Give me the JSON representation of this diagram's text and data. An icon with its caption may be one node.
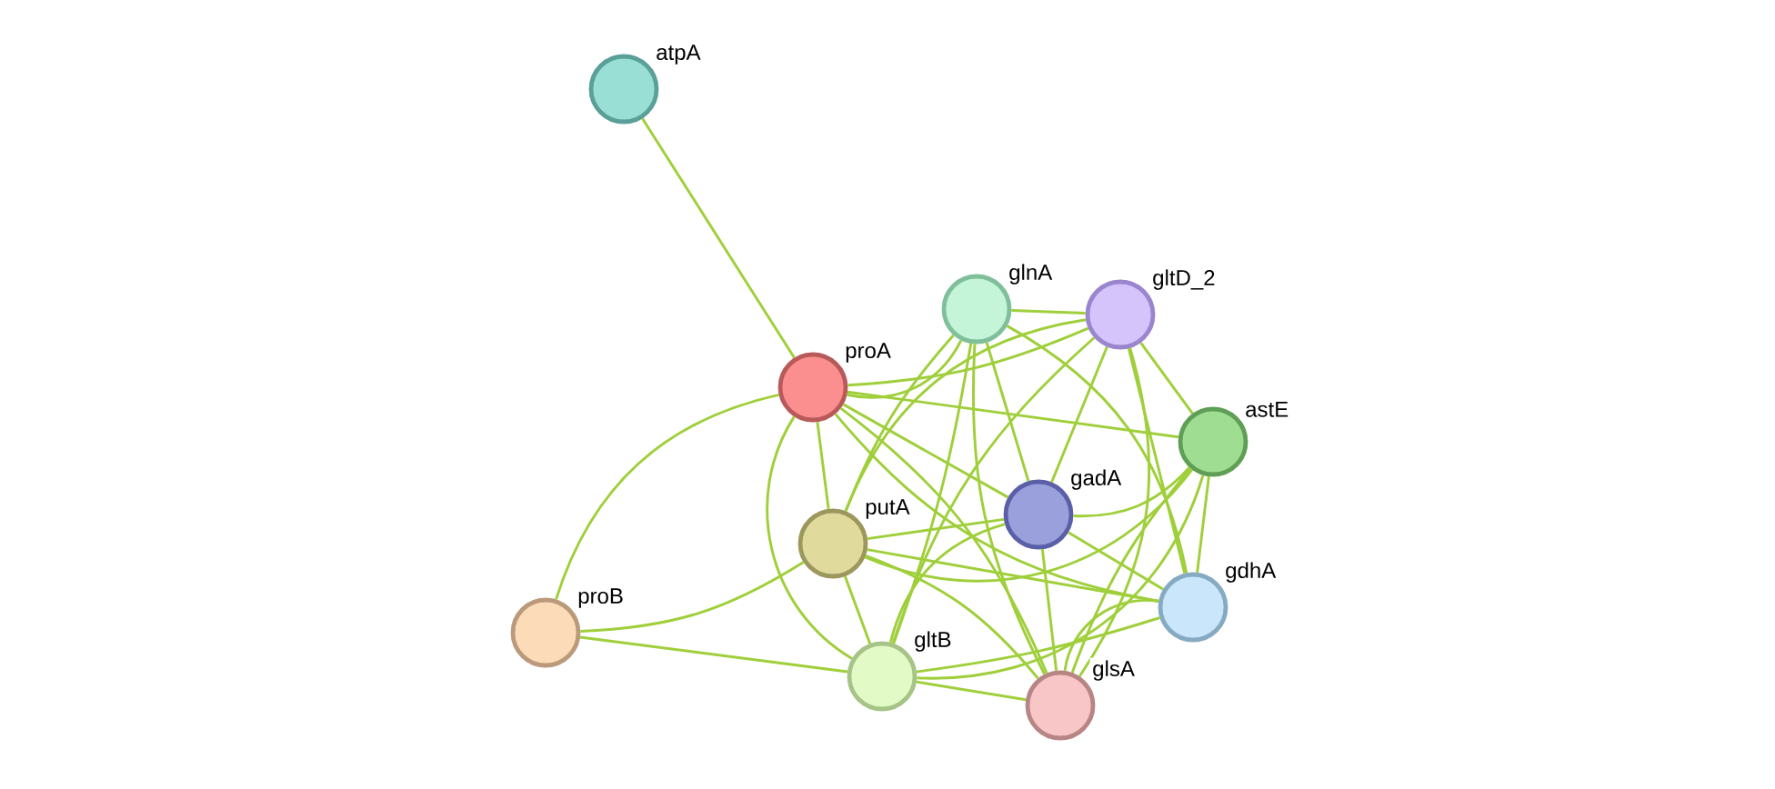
{
  "diagram": {
    "nodes": [
      {
        "text": [
          "atpA"
        ]
      },
      {
        "text": [
          "glnA"
        ]
      },
      {
        "text": [
          "gltD_2"
        ]
      },
      {
        "text": [
          "proA"
        ]
      },
      {
        "text": [
          "astE"
        ]
      },
      {
        "text": [
          "gadA"
        ]
      },
      {
        "text": [
          "putA"
        ]
      },
      {
        "text": [
          "gdhA"
        ]
      },
      {
        "text": [
          "proB"
        ]
      },
      {
        "text": [
          "gltB"
        ]
      },
      {
        "text": [
          "glsA"
        ]
      }
    ],
    "edges": [
      {
        "from": 0,
        "to": 3,
        "arrow": "none"
      },
      {
        "from": 3,
        "to": 1,
        "arrow": "none"
      },
      {
        "from": 3,
        "to": 2,
        "arrow": "none"
      },
      {
        "from": 3,
        "to": 4,
        "arrow": "none"
      },
      {
        "from": 3,
        "to": 5,
        "arrow": "none"
      },
      {
        "from": 3,
        "to": 6,
        "arrow": "none"
      },
      {
        "from": 3,
        "to": 8,
        "arrow": "none"
      },
      {
        "from": 3,
        "to": 9,
        "arrow": "none"
      },
      {
        "from": 3,
        "to": 7,
        "arrow": "none"
      },
      {
        "from": 3,
        "to": 10,
        "arrow": "none"
      },
      {
        "from": 1,
        "to": 2,
        "arrow": "none"
      },
      {
        "from": 1,
        "to": 5,
        "arrow": "none"
      },
      {
        "from": 1,
        "to": 6,
        "arrow": "none"
      },
      {
        "from": 1,
        "to": 7,
        "arrow": "none"
      },
      {
        "from": 1,
        "to": 9,
        "arrow": "none"
      },
      {
        "from": 1,
        "to": 10,
        "arrow": "none"
      },
      {
        "from": 2,
        "to": 4,
        "arrow": "none"
      },
      {
        "from": 2,
        "to": 5,
        "arrow": "none"
      },
      {
        "from": 2,
        "to": 6,
        "arrow": "none"
      },
      {
        "from": 2,
        "to": 7,
        "arrow": "none"
      },
      {
        "from": 2,
        "to": 9,
        "arrow": "none"
      },
      {
        "from": 2,
        "to": 10,
        "arrow": "none"
      },
      {
        "from": 4,
        "to": 5,
        "arrow": "none"
      },
      {
        "from": 4,
        "to": 6,
        "arrow": "none"
      },
      {
        "from": 4,
        "to": 7,
        "arrow": "none"
      },
      {
        "from": 4,
        "to": 9,
        "arrow": "none"
      },
      {
        "from": 4,
        "to": 10,
        "arrow": "none"
      },
      {
        "from": 5,
        "to": 6,
        "arrow": "none"
      },
      {
        "from": 5,
        "to": 7,
        "arrow": "none"
      },
      {
        "from": 5,
        "to": 9,
        "arrow": "none"
      },
      {
        "from": 5,
        "to": 10,
        "arrow": "none"
      },
      {
        "from": 6,
        "to": 8,
        "arrow": "none"
      },
      {
        "from": 6,
        "to": 7,
        "arrow": "none"
      },
      {
        "from": 6,
        "to": 9,
        "arrow": "none"
      },
      {
        "from": 6,
        "to": 10,
        "arrow": "none"
      },
      {
        "from": 8,
        "to": 9,
        "arrow": "none"
      },
      {
        "from": 7,
        "to": 9,
        "arrow": "none"
      },
      {
        "from": 7,
        "to": 10,
        "arrow": "none"
      },
      {
        "from": 9,
        "to": 10,
        "arrow": "none"
      }
    ]
  }
}
